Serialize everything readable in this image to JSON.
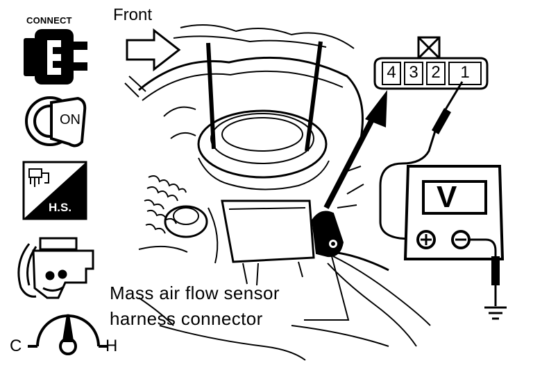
{
  "icons": {
    "connect_label": "CONNECT",
    "ignition_label": "ON",
    "hot_standby_label": "H.S.",
    "temp_cold_label": "C",
    "temp_hot_label": "H"
  },
  "diagram": {
    "front_label": "Front",
    "caption_line1": "Mass air flow sensor",
    "caption_line2": "harness connector",
    "connector_pins": [
      "4",
      "3",
      "2",
      "1"
    ],
    "meter_label": "V",
    "meter_positive": "+",
    "meter_negative": "−"
  }
}
